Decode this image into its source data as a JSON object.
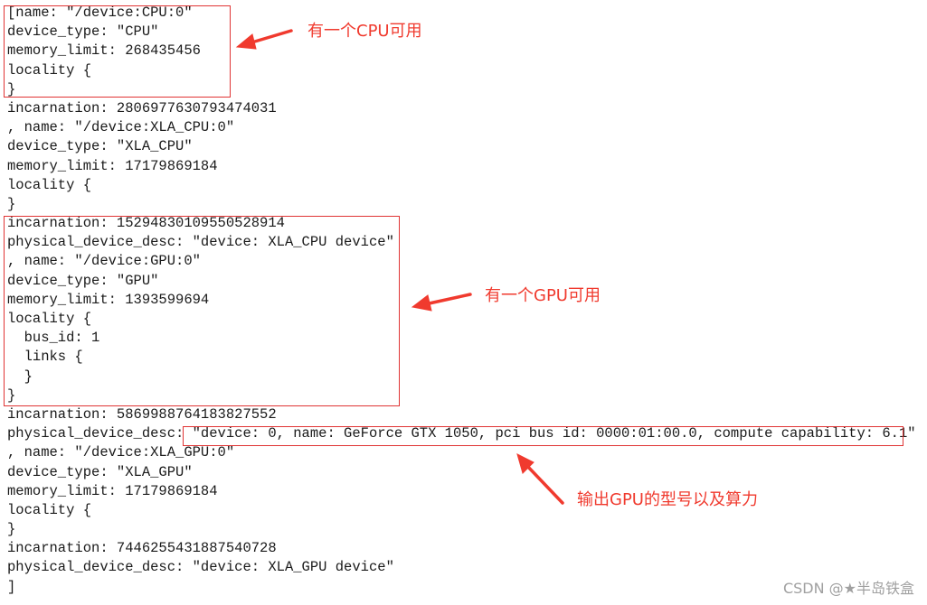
{
  "console_lines": [
    "[name: \"/device:CPU:0\"",
    "device_type: \"CPU\"",
    "memory_limit: 268435456",
    "locality {",
    "}",
    "incarnation: 2806977630793474031",
    ", name: \"/device:XLA_CPU:0\"",
    "device_type: \"XLA_CPU\"",
    "memory_limit: 17179869184",
    "locality {",
    "}",
    "incarnation: 15294830109550528914",
    "physical_device_desc: \"device: XLA_CPU device\"",
    ", name: \"/device:GPU:0\"",
    "device_type: \"GPU\"",
    "memory_limit: 1393599694",
    "locality {",
    "  bus_id: 1",
    "  links {",
    "  }",
    "}",
    "incarnation: 5869988764183827552",
    "physical_device_desc: \"device: 0, name: GeForce GTX 1050, pci bus id: 0000:01:00.0, compute capability: 6.1\"",
    ", name: \"/device:XLA_GPU:0\"",
    "device_type: \"XLA_GPU\"",
    "memory_limit: 17179869184",
    "locality {",
    "}",
    "incarnation: 7446255431887540728",
    "physical_device_desc: \"device: XLA_GPU device\"",
    "]"
  ],
  "annotations": {
    "cpu": "有一个CPU可用",
    "gpu": "有一个GPU可用",
    "model": "输出GPU的型号以及算力"
  },
  "watermark": "CSDN @★半岛铁盒",
  "colors": {
    "annotation": "#f03a2e",
    "box_border": "#e03434",
    "text": "#1a1a1a"
  }
}
